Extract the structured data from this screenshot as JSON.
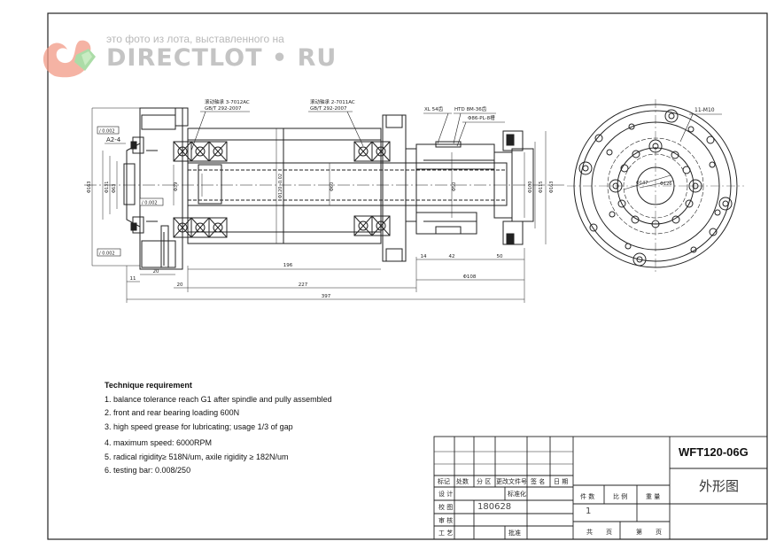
{
  "watermark": {
    "caption": "это фото из лота, выставленного на",
    "brand": "DIRECTLOT • RU"
  },
  "notes": {
    "title": "Technique requirement",
    "items": [
      "1. balance tolerance reach G1 after spindle and pully assembled",
      "2. front and rear bearing loading 600N",
      "3. high speed grease for lubricating; usage 1/3 of gap",
      "4. maximum speed: 6000RPM",
      "5. radical rigidity≥ 518N/um, axile rigidity ≥ 182N/um",
      "6. testing bar: 0.008/250"
    ]
  },
  "drawing": {
    "callouts": {
      "front_bearing": "滚动轴承 3-7012AC",
      "front_bearing_std": "GB/T 292-2007",
      "rear_bearing": "滚动轴承 2-7011AC",
      "rear_bearing_std": "GB/T 292-2007",
      "belt_xl": "XL 54齿",
      "belt_htd": "HTD 8M-36齿",
      "belt_pl": "Φ86-PL-8槽",
      "taper": "A2-4",
      "holes": "11-M10",
      "tol_1": "/ 0.002",
      "tol_2": "/ 0.002",
      "tol_3": "/ 0.002"
    },
    "dimensions": {
      "d1": "11",
      "d2": "20",
      "d3": "20",
      "d4": "196",
      "d5": "227",
      "d6": "397",
      "d7": "14",
      "d8": "42",
      "d9": "50",
      "d10": "Φ108",
      "v1": "Φ163",
      "v2": "Φ131",
      "v3": "Φ63",
      "v4": "Φ39",
      "v5": "Φ120 -0.02",
      "v6": "Φ60",
      "v7": "Φ50",
      "v8": "Φ100",
      "v9": "Φ115",
      "v10": "Φ163",
      "c1": "Φ147",
      "c2": "Φ126"
    }
  },
  "title_block": {
    "model": "WFT120-06G",
    "drawing_name": "外形图",
    "header_row": [
      "标记",
      "处数",
      "分 区",
      "更改文件号",
      "签 名",
      "日 期"
    ],
    "left_col": [
      "设 计",
      "校 图",
      "审 核",
      "工 艺"
    ],
    "standardized": "标准化",
    "approved": "批准",
    "date_value": "180628",
    "weight_headers": [
      "件 数",
      "比 例",
      "重 量"
    ],
    "count_value": "1",
    "sheets": [
      "共",
      "页",
      "第",
      "页"
    ]
  }
}
